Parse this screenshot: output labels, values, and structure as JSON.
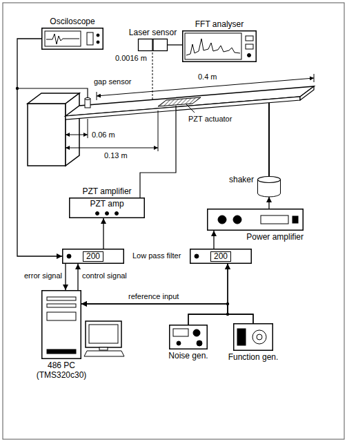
{
  "diagram": {
    "nodes": [
      {
        "text": [
          "Osciloscope"
        ]
      },
      {
        "text": [
          "Laser sensor"
        ]
      },
      {
        "text": [
          "FFT analyser"
        ]
      },
      {
        "text": [
          "PZT amplifier",
          "PZT amp"
        ]
      },
      {
        "text": [
          "shaker"
        ]
      },
      {
        "text": [
          "Power amplifier"
        ]
      },
      {
        "text": [
          "200"
        ]
      },
      {
        "text": [
          "200"
        ]
      },
      {
        "text": [
          "486 PC (TMS320c30)"
        ]
      },
      {
        "text": [
          "Noise gen."
        ]
      },
      {
        "text": [
          "Function gen."
        ]
      }
    ],
    "edges": [
      {
        "from": 0,
        "to": 6,
        "arrow": "to"
      },
      {
        "from": 1,
        "to": 2,
        "arrow": "none"
      },
      {
        "from": 6,
        "to": 3,
        "arrow": "to"
      },
      {
        "from": 6,
        "to": 8,
        "label": "error signal",
        "arrow": "to"
      },
      {
        "from": 8,
        "to": 6,
        "label": "control signal",
        "arrow": "to"
      },
      {
        "from": 7,
        "to": 5,
        "arrow": "to"
      },
      {
        "from": 5,
        "to": 4,
        "arrow": "to"
      },
      {
        "from": 9,
        "to": 7,
        "arrow": "to"
      },
      {
        "from": 10,
        "to": 7,
        "arrow": "to"
      },
      {
        "from": 9,
        "to": 8,
        "arrow": "to"
      },
      {
        "from": 10,
        "to": 8,
        "arrow": "to"
      }
    ],
    "labels": [
      "0.0016 m",
      "gap sensor",
      "0.4 m",
      "0.06 m",
      "PZT actuator",
      "0.13 m",
      "Low pass filter",
      "reference input"
    ]
  }
}
